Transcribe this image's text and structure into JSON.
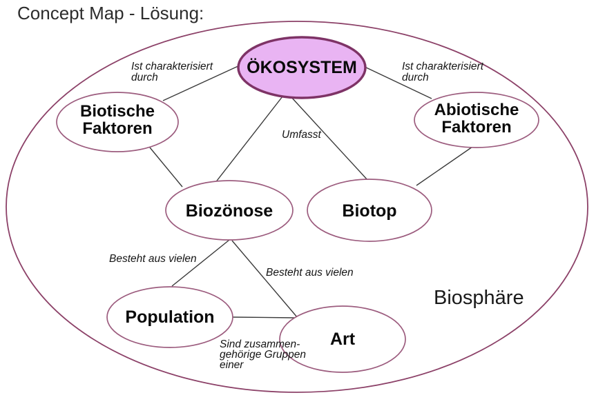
{
  "title": "Concept Map - Lösung:",
  "colors": {
    "root_node_fill": "#e9b4f3",
    "root_node_border": "#7e3366",
    "node_border": "#9c5c7e",
    "outer_ellipse_border": "#8c4168",
    "connector_line": "#3a3a3a",
    "text": "#0a0a0a",
    "background": "#ffffff"
  },
  "diagram": {
    "outer_label": "Biosphäre",
    "nodes": {
      "oekosystem": {
        "label": "ÖKOSYSTEM"
      },
      "biotische_faktoren": {
        "line1": "Biotische",
        "line2": "Faktoren"
      },
      "abiotische_faktoren": {
        "line1": "Abiotische",
        "line2": "Faktoren"
      },
      "biozoenose": {
        "label": "Biozönose"
      },
      "biotop": {
        "label": "Biotop"
      },
      "population": {
        "label": "Population"
      },
      "art": {
        "label": "Art"
      }
    },
    "edge_labels": {
      "ist_charakterisiert_left": {
        "line1": "Ist charakterisiert",
        "line2": "durch"
      },
      "ist_charakterisiert_right": {
        "line1": "Ist charakterisiert",
        "line2": "durch"
      },
      "umfasst": "Umfasst",
      "besteht_aus_vielen_left": "Besteht aus vielen",
      "besteht_aus_vielen_right": "Besteht aus vielen",
      "sind_zusammengehoerige": {
        "line1": "Sind zusammen-",
        "line2": "gehörige Gruppen",
        "line3": "einer"
      }
    }
  }
}
